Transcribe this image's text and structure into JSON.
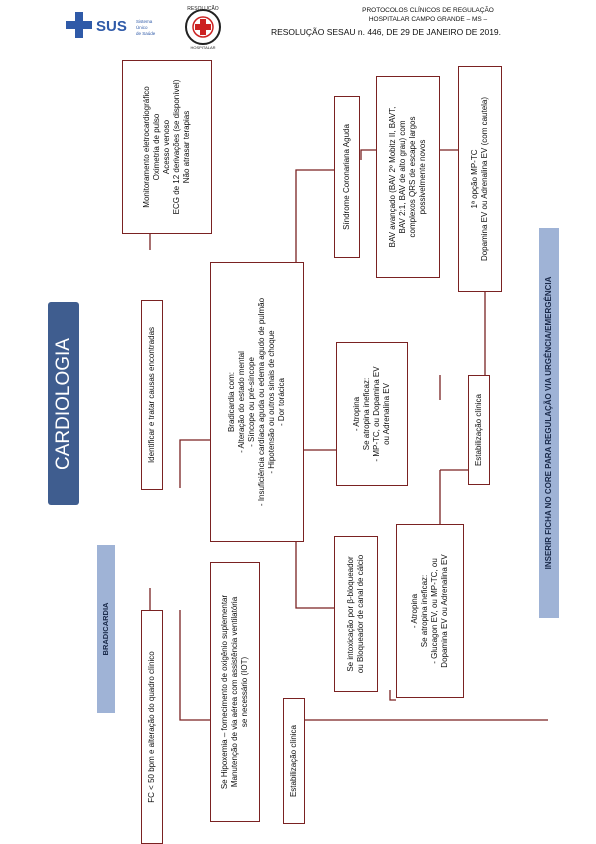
{
  "header": {
    "protocol_line1": "PROTOCOLOS CLÍNICOS DE REGULAÇÃO",
    "protocol_line2": "HOSPITALAR CAMPO GRANDE – MS –",
    "resolution": "RESOLUÇÃO SESAU n. 446, DE 29 DE JANEIRO DE 2019.",
    "sus_logo_text": "SUS",
    "sus_logo_sub1": "Sistema",
    "sus_logo_sub2": "Único",
    "sus_logo_sub3": "de Saúde",
    "seal_text_top": "RESOLUÇÃO",
    "seal_text_bottom": "HOSPITALAR"
  },
  "diagram": {
    "section_title": "CARDIOLOGIA",
    "subsection_title": "BRADICARDIA",
    "entry": "FC < 50 bpm e alteração do quadro clínico",
    "monitoring": [
      "Monitoramento eletrocardiográfico",
      "Oximetria de pulso",
      "Acesso venoso",
      "ECG de 12 derivações (se disponível)",
      "Não atrasar terapias"
    ],
    "identify": "Identificar e tratar causas encontradas",
    "hypoxemia": [
      "Se Hipoxemia – fornecimento de oxigênio suplementar",
      "Manutenção de via aérea com assistência ventilatória",
      "se necessário (IOT)"
    ],
    "stabilization_1": "Estabilização clínica",
    "bradycardia_with": [
      "Bradicardia com:",
      "- Alteração do estado mental",
      "- Síncope ou pré-síncope",
      "- Insuficiência cardíaca aguda ou edema agudo de pulmão",
      "- Hipotensão ou outros sinais de choque",
      "- Dor torácica"
    ],
    "acs": "Síndrome Coronariana Aguda",
    "bav": [
      "BAV avançado (BAV 2º Mobitz II, BAVT,",
      "BAV 2:1, BAV de alto grau) com",
      "complexos QRS de escape largos",
      "possivelmente novos"
    ],
    "first_option": [
      "1ª opção MP-TC",
      "Dopamina EV ou Adrenalina EV (com cautela)"
    ],
    "atropine": [
      "- Atropina",
      "Se atropina ineficaz:",
      "- MP-TC, ou Dopamina EV",
      "ou Adrenalina EV"
    ],
    "intoxication": [
      "Se intoxicação por β-bloqueador",
      "ou Bloqueador de canal de cálcio"
    ],
    "atropine_2": [
      "- Atropina",
      "Se atropina ineficaz:",
      "- Glucagon EV, ou MP-TC, ou",
      "Dopamina EV ou Adrenalina EV"
    ],
    "stabilization_2": "Estabilização clínica",
    "insert_form": "INSERIR FICHA NO CORE PARA REGULAÇÃO VIA URGÊNCIA/EMERGÊNCIA"
  },
  "colors": {
    "box_border": "#7a2222",
    "band_dark": "#3f5d8f",
    "band_light": "#9fb3d6",
    "line": "#7a2222"
  }
}
